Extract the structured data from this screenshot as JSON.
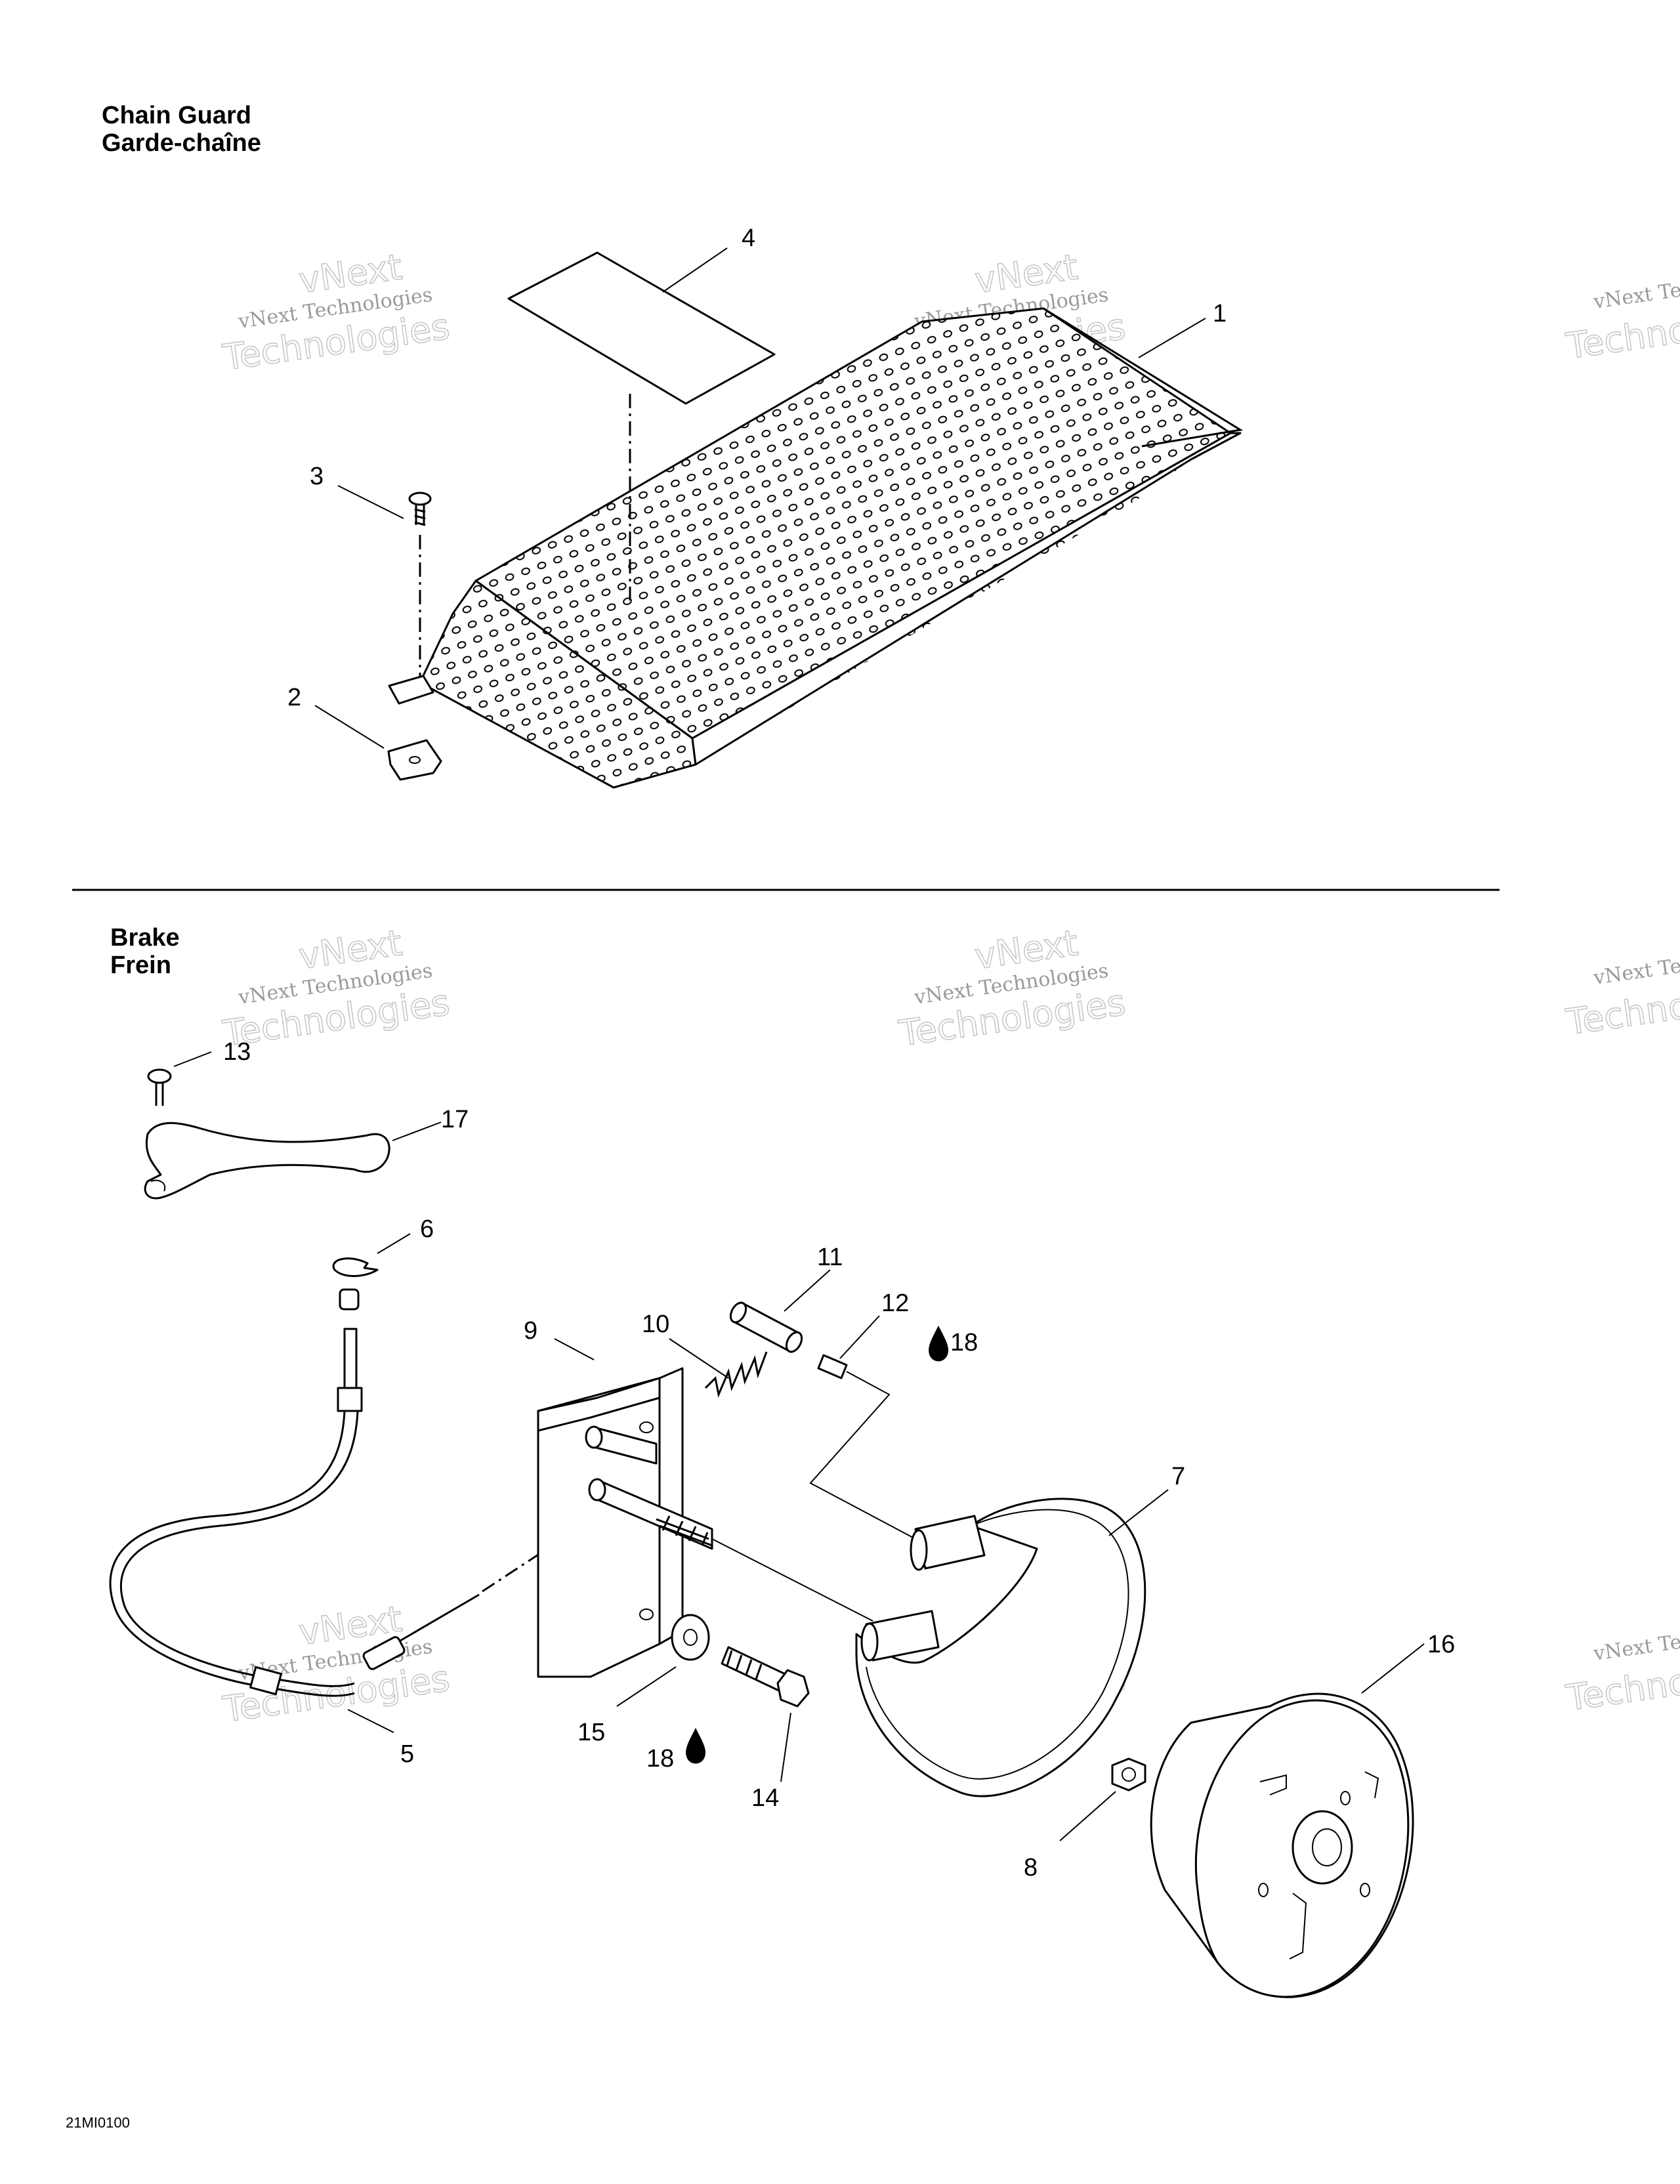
{
  "sections": [
    {
      "title_en": "Chain Guard",
      "title_fr": "Garde-chaîne"
    },
    {
      "title_en": "Brake",
      "title_fr": "Frein"
    }
  ],
  "callouts": {
    "c1": "1",
    "c2": "2",
    "c3": "3",
    "c4": "4",
    "c5": "5",
    "c6": "6",
    "c7": "7",
    "c8": "8",
    "c9": "9",
    "c10": "10",
    "c11": "11",
    "c12": "12",
    "c13": "13",
    "c14": "14",
    "c15": "15",
    "c16": "16",
    "c17": "17",
    "c18a": "18",
    "c18b": "18"
  },
  "watermark": {
    "line1": "vNext Technologies",
    "line2": "vNext",
    "line3": "Technologies",
    "partial1": "vNext Te",
    "partial2": "Techno"
  },
  "figure_code": "21MI0100",
  "icons": {
    "lubricant": "oil-drop-icon"
  }
}
